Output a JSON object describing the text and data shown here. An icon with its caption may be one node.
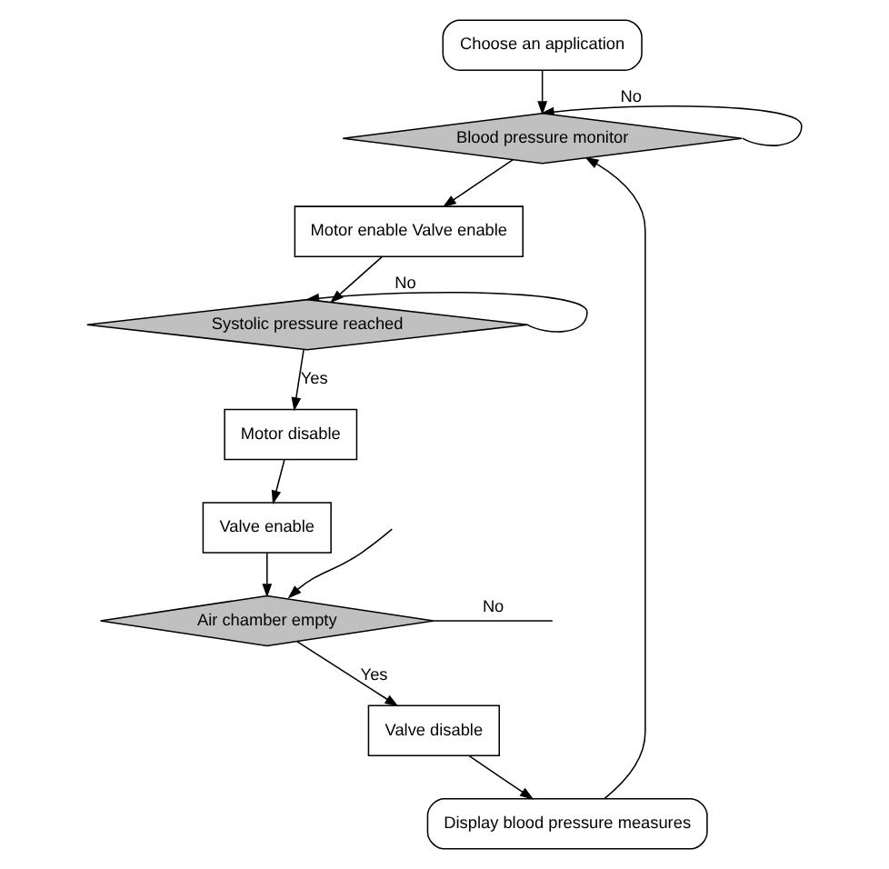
{
  "diagram": {
    "nodes": [
      {
        "text": [
          "Choose an application"
        ]
      },
      {
        "text": [
          "Blood pressure monitor"
        ]
      },
      {
        "text": [
          "Motor enable Valve enable"
        ]
      },
      {
        "text": [
          "Systolic pressure reached"
        ]
      },
      {
        "text": [
          "Motor disable"
        ]
      },
      {
        "text": [
          "Valve enable"
        ]
      },
      {
        "text": [
          "Air chamber empty"
        ]
      },
      {
        "text": [
          "Valve disable"
        ]
      },
      {
        "text": [
          "Display blood pressure measures"
        ]
      }
    ],
    "edges": [
      {
        "from": 0,
        "to": 1,
        "arrow": "to"
      },
      {
        "from": 1,
        "to": 1,
        "arrow": "to",
        "label": "No"
      },
      {
        "from": 8,
        "to": 1,
        "arrow": "to"
      },
      {
        "from": 1,
        "to": 2,
        "arrow": "to"
      },
      {
        "from": 2,
        "to": 3,
        "arrow": "to"
      },
      {
        "from": 3,
        "to": 3,
        "arrow": "to",
        "label": "No"
      },
      {
        "from": 3,
        "to": 4,
        "arrow": "to",
        "label": "Yes"
      },
      {
        "from": 4,
        "to": 5,
        "arrow": "to"
      },
      {
        "from": 6,
        "to": null,
        "arrow": "none",
        "label": "No"
      },
      {
        "from": null,
        "to": 6,
        "arrow": "to"
      },
      {
        "from": 5,
        "to": 6,
        "arrow": "to"
      },
      {
        "from": 6,
        "to": 7,
        "arrow": "to",
        "label": "Yes"
      },
      {
        "from": 7,
        "to": 8,
        "arrow": "to"
      }
    ]
  }
}
